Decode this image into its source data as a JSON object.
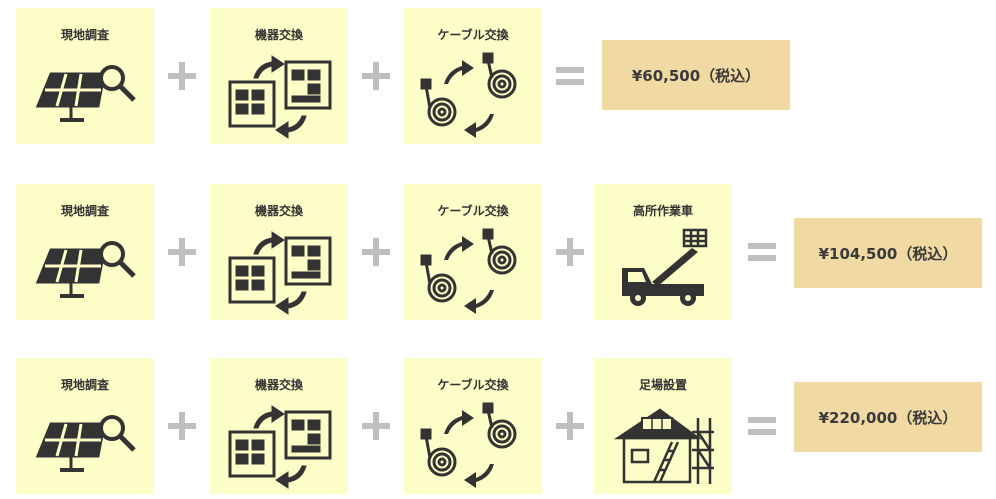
{
  "rows": [
    {
      "items": [
        {
          "label": "現地調査",
          "icon": "solar-panel-magnifier-icon"
        },
        {
          "label": "機器交換",
          "icon": "device-swap-icon"
        },
        {
          "label": "ケーブル交換",
          "icon": "cable-swap-icon"
        }
      ],
      "operators": [
        "+",
        "+",
        "="
      ],
      "price": "¥60,500（税込）"
    },
    {
      "items": [
        {
          "label": "現地調査",
          "icon": "solar-panel-magnifier-icon"
        },
        {
          "label": "機器交換",
          "icon": "device-swap-icon"
        },
        {
          "label": "ケーブル交換",
          "icon": "cable-swap-icon"
        },
        {
          "label": "高所作業車",
          "icon": "aerial-work-truck-icon"
        }
      ],
      "operators": [
        "+",
        "+",
        "+",
        "="
      ],
      "price": "¥104,500（税込）"
    },
    {
      "items": [
        {
          "label": "現地調査",
          "icon": "solar-panel-magnifier-icon"
        },
        {
          "label": "機器交換",
          "icon": "device-swap-icon"
        },
        {
          "label": "ケーブル交換",
          "icon": "cable-swap-icon"
        },
        {
          "label": "足場設置",
          "icon": "house-scaffold-icon"
        }
      ],
      "operators": [
        "+",
        "+",
        "+",
        "="
      ],
      "price": "¥220,000（税込）"
    }
  ],
  "colors": {
    "box": "#fdfdc8",
    "price": "#f0d9a3",
    "operator": "#bfbfbf",
    "icon": "#333333"
  }
}
